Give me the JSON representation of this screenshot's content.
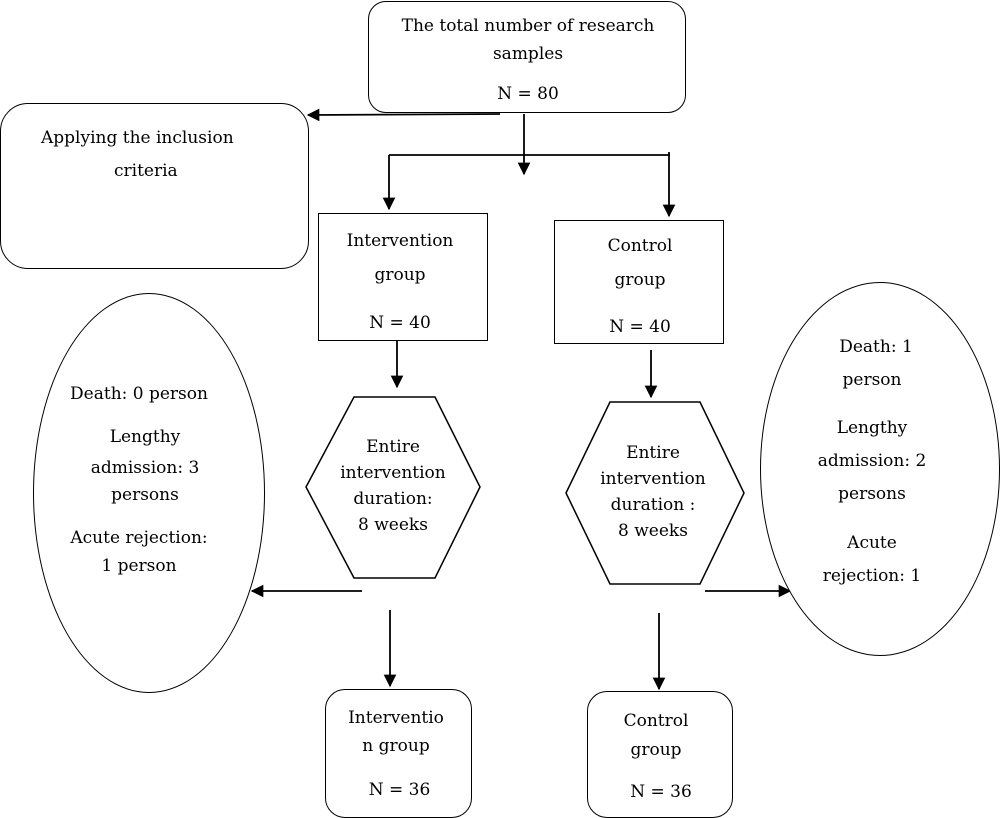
{
  "top_box": {
    "line1": "The total number of research",
    "line2": "samples",
    "n": "N = 80"
  },
  "inclusion_box": {
    "line1": "Applying the inclusion",
    "line2": "criteria"
  },
  "intervention_group": {
    "line1": "Intervention",
    "line2": "group",
    "n": "N = 40"
  },
  "control_group": {
    "line1": "Control",
    "line2": "group",
    "n": "N = 40"
  },
  "intervention_duration": {
    "line1": "Entire",
    "line2": "intervention",
    "line3": "duration:",
    "line4": "8 weeks"
  },
  "control_duration": {
    "line1": "Entire",
    "line2": "intervention",
    "line3": "duration :",
    "line4": "8 weeks"
  },
  "intervention_dropouts": {
    "line1": "Death: 0 person",
    "line2": "Lengthy",
    "line3": "admission: 3",
    "line4": "persons",
    "line5": "Acute rejection:",
    "line6": "1 person"
  },
  "control_dropouts": {
    "line1": "Death: 1",
    "line2": "person",
    "line3": "Lengthy",
    "line4": "admission: 2",
    "line5": "persons",
    "line6": "Acute",
    "line7": "rejection: 1"
  },
  "intervention_final": {
    "line1": "Interventio",
    "line2": "n group",
    "n": "N = 36"
  },
  "control_final": {
    "line1": "Control",
    "line2": "group",
    "n": "N = 36"
  }
}
